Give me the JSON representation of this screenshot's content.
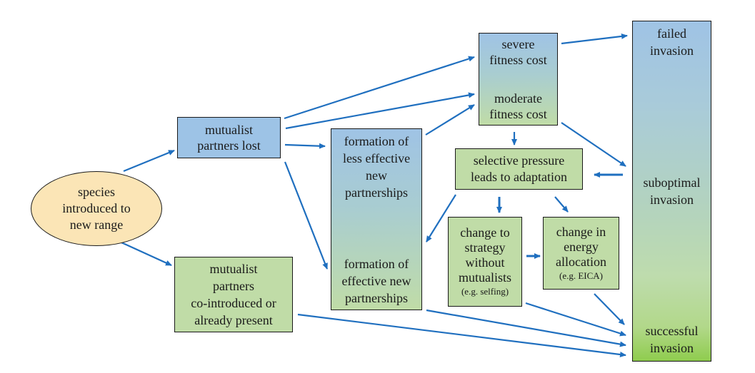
{
  "nodes": {
    "species": {
      "lines": [
        "species",
        "introduced to",
        "new range"
      ]
    },
    "partners_lost": {
      "lines": [
        "mutualist",
        "partners lost"
      ]
    },
    "co_introduced": {
      "lines": [
        "mutualist",
        "partners",
        "co-introduced or",
        "already present"
      ]
    },
    "less_effective": {
      "lines": [
        "formation of",
        "less effective",
        "new",
        "partnerships"
      ]
    },
    "effective": {
      "lines": [
        "formation of",
        "effective new",
        "partnerships"
      ]
    },
    "severe_cost": {
      "lines": [
        "severe",
        "fitness cost"
      ]
    },
    "moderate_cost": {
      "lines": [
        "moderate",
        "fitness cost"
      ]
    },
    "selective_pressure": {
      "lines": [
        "selective pressure",
        "leads to adaptation"
      ]
    },
    "change_strategy": {
      "lines": [
        "change to",
        "strategy",
        "without",
        "mutualists"
      ],
      "note": "(e.g. selfing)"
    },
    "change_energy": {
      "lines": [
        "change in",
        "energy",
        "allocation"
      ],
      "note": "(e.g. EICA)"
    },
    "failed": {
      "lines": [
        "failed",
        "invasion"
      ]
    },
    "suboptimal": {
      "lines": [
        "suboptimal",
        "invasion"
      ]
    },
    "successful": {
      "lines": [
        "successful",
        "invasion"
      ]
    }
  },
  "colors": {
    "arrow": "#1f6fbf",
    "blue_box": "#9dc3e6",
    "green_box": "#c0dca7",
    "ellipse": "#fbe5b6",
    "success_green": "#8fcc4e"
  },
  "edges": [
    {
      "from": "species",
      "to": "partners_lost"
    },
    {
      "from": "species",
      "to": "co_introduced"
    },
    {
      "from": "partners_lost",
      "to": "severe_cost"
    },
    {
      "from": "partners_lost",
      "to": "moderate_cost"
    },
    {
      "from": "partners_lost",
      "to": "less_effective"
    },
    {
      "from": "partners_lost",
      "to": "effective"
    },
    {
      "from": "less_effective",
      "to": "moderate_cost"
    },
    {
      "from": "severe_cost",
      "to": "failed"
    },
    {
      "from": "moderate_cost",
      "to": "selective_pressure"
    },
    {
      "from": "moderate_cost",
      "to": "suboptimal"
    },
    {
      "from": "suboptimal",
      "to": "selective_pressure"
    },
    {
      "from": "selective_pressure",
      "to": "effective"
    },
    {
      "from": "selective_pressure",
      "to": "change_strategy"
    },
    {
      "from": "selective_pressure",
      "to": "change_energy"
    },
    {
      "from": "change_strategy",
      "to": "change_energy"
    },
    {
      "from": "change_strategy",
      "to": "successful"
    },
    {
      "from": "change_energy",
      "to": "successful"
    },
    {
      "from": "effective",
      "to": "successful"
    },
    {
      "from": "co_introduced",
      "to": "successful"
    },
    {
      "from": "suboptimal",
      "to": "failed"
    },
    {
      "from": "suboptimal",
      "to": "successful"
    }
  ]
}
